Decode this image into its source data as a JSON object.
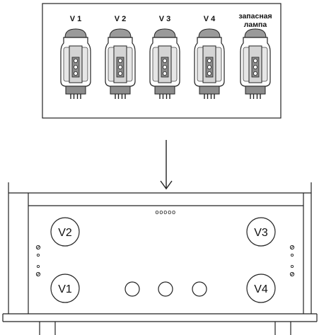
{
  "tubes_box": {
    "labels": [
      "V 1",
      "V 2",
      "V 3",
      "V 4"
    ],
    "spare_label_line1": "запасная",
    "spare_label_line2": "лампа"
  },
  "chassis": {
    "socket_labels": {
      "top_left": "V2",
      "top_right": "V3",
      "bottom_left": "V1",
      "bottom_right": "V4"
    },
    "indicator_dots": "ooooo"
  }
}
